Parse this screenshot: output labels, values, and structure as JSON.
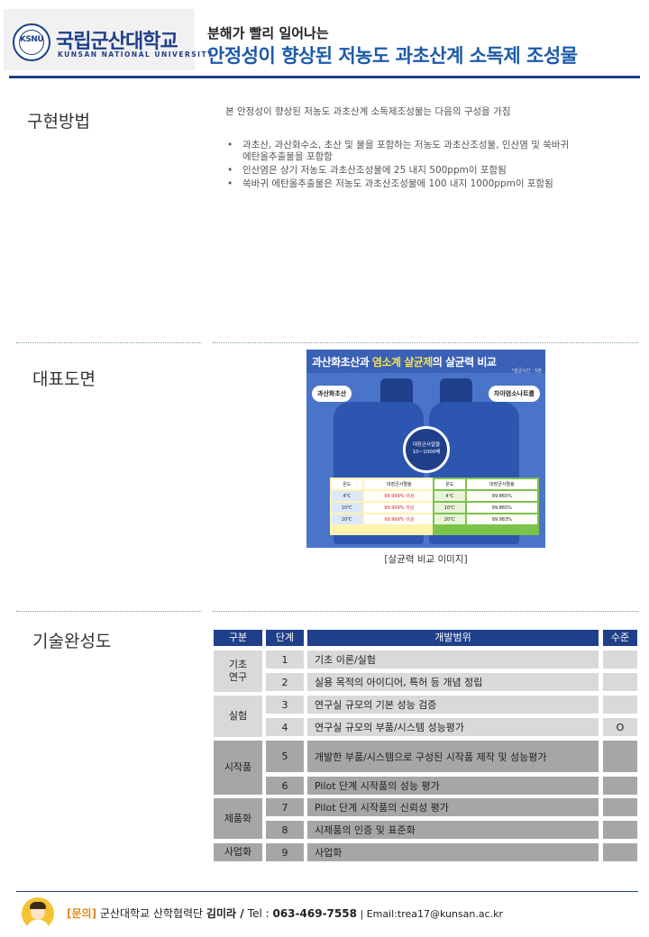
{
  "header": {
    "logo_seal_text": "KSNU",
    "university_ko": "국립군산대학교",
    "university_en": "KUNSAN NATIONAL UNIVERSITY",
    "subtitle": "분해가 빨리 일어나는",
    "title": "안정성이 향상된 저농도 과초산계 소독제 조성물"
  },
  "implementation": {
    "label": "구현방법",
    "intro": "본 안정성이 향상된 저농도 과초산계 소독제조성물는 다음의 구성을 가짐",
    "bullets": [
      [
        "과초산, 과산화수소, 초산 및 물을 포함하는 저농도 과초산조성물, 인산염 및 쑥바귀",
        "에탄올추출물을 포함함"
      ],
      [
        "인산염은 상기 저농도 과초산조성물에 25 내지 500ppm이 포함됨"
      ],
      [
        "쑥바귀 에탄올추출물은 저농도 과초산조성물에 100 내지 1000ppm이 포함됨"
      ]
    ],
    "bullet_glyph": "•"
  },
  "drawing": {
    "label": "대표도면",
    "figure": {
      "title_part1": "과산화초산과 ",
      "title_part2": "염소계 살균제",
      "title_part3": "의 살균력 비교",
      "note": "*살균시간 : 5분",
      "left_tag": "과산화초산",
      "right_tag": "차아염소나트륨",
      "center_line1": "대장균사멸율",
      "center_line2": "10~1000배",
      "col_temp": "온도",
      "col_rate": "대장균사멸율",
      "left_rows": [
        [
          "4℃",
          "99.999% 이상"
        ],
        [
          "10℃",
          "99.999% 이상"
        ],
        [
          "20℃",
          "99.999% 이상"
        ]
      ],
      "right_rows": [
        [
          "4℃",
          "99.865%"
        ],
        [
          "10℃",
          "99.865%"
        ],
        [
          "20℃",
          "99.983%"
        ]
      ],
      "colors": {
        "bg": "#4a74c9",
        "bottle": "#2c56b0",
        "left_panel": "#fff3b0",
        "right_panel": "#7cc34a",
        "accent": "#f3e14b"
      }
    },
    "caption": "[살균력 비교 이미지]"
  },
  "maturity": {
    "label": "기술완성도",
    "headers": {
      "category": "구분",
      "stage": "단계",
      "scope": "개발범위",
      "level": "수준"
    },
    "groups": [
      {
        "category": "기초\n연구",
        "rows": [
          {
            "stage": "1",
            "scope": "기초 이론/실험",
            "level": ""
          },
          {
            "stage": "2",
            "scope": "실용 목적의 아이디어, 특허 등 개념 정립",
            "level": ""
          }
        ]
      },
      {
        "category": "실험",
        "rows": [
          {
            "stage": "3",
            "scope": "연구실 규모의 기본 성능 검증",
            "level": ""
          },
          {
            "stage": "4",
            "scope": "연구실 규모의 부품/시스템 성능평가",
            "level": "O"
          }
        ]
      },
      {
        "category": "시작품",
        "rows": [
          {
            "stage": "5",
            "scope": "개발한 부품/시스템으로  구성된 시작품 제작 및 성능평가",
            "level": ""
          },
          {
            "stage": "6",
            "scope": "Pilot 단계 시작품의 성능 평가",
            "level": ""
          }
        ]
      },
      {
        "category": "제품화",
        "rows": [
          {
            "stage": "7",
            "scope": "Pilot 단계 시작품의 신뢰성 평가",
            "level": ""
          },
          {
            "stage": "8",
            "scope": "시제품의 인증 및 표준화",
            "level": ""
          }
        ]
      },
      {
        "category": "사업화",
        "rows": [
          {
            "stage": "9",
            "scope": "사업화",
            "level": ""
          }
        ]
      }
    ]
  },
  "footer": {
    "inquiry": "[문의]",
    "org": " 군산대학교 산학협력단 ",
    "name": "김미라",
    "slash": " / ",
    "tel_label": " Tel :  ",
    "tel": "063-469-7558",
    "email": "  | Email:trea17@kunsan.ac.kr"
  }
}
